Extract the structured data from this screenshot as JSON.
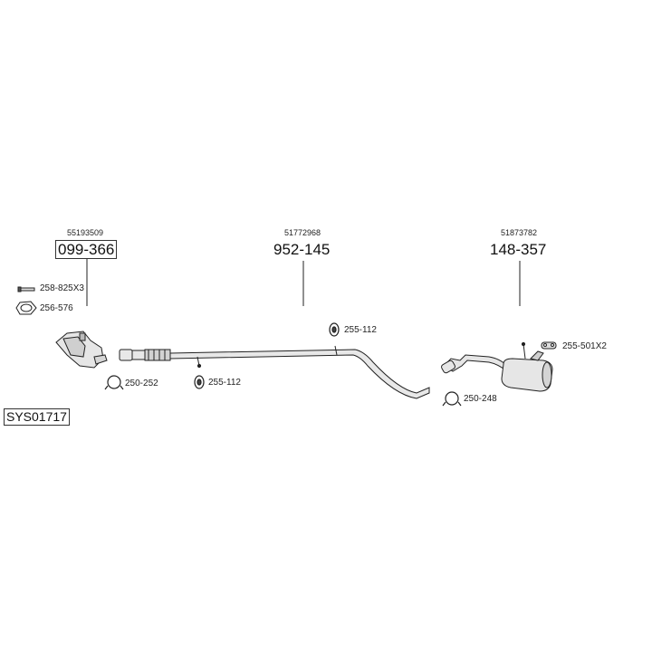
{
  "diagram": {
    "system_code": "SYS01717",
    "parts": [
      {
        "oe_number": "55193509",
        "part_number": "099-366"
      },
      {
        "oe_number": "51772968",
        "part_number": "952-145"
      },
      {
        "oe_number": "51873782",
        "part_number": "148-357"
      }
    ],
    "accessories": [
      {
        "code": "258-825X3",
        "icon": "bolt-icon"
      },
      {
        "code": "256-576",
        "icon": "gasket-icon"
      },
      {
        "code": "250-252",
        "icon": "clamp-icon"
      },
      {
        "code": "255-112",
        "icon": "rubber-mount-icon"
      },
      {
        "code": "255-112",
        "icon": "rubber-mount-icon"
      },
      {
        "code": "250-248",
        "icon": "clamp-icon"
      },
      {
        "code": "255-501X2",
        "icon": "hanger-icon"
      }
    ]
  }
}
